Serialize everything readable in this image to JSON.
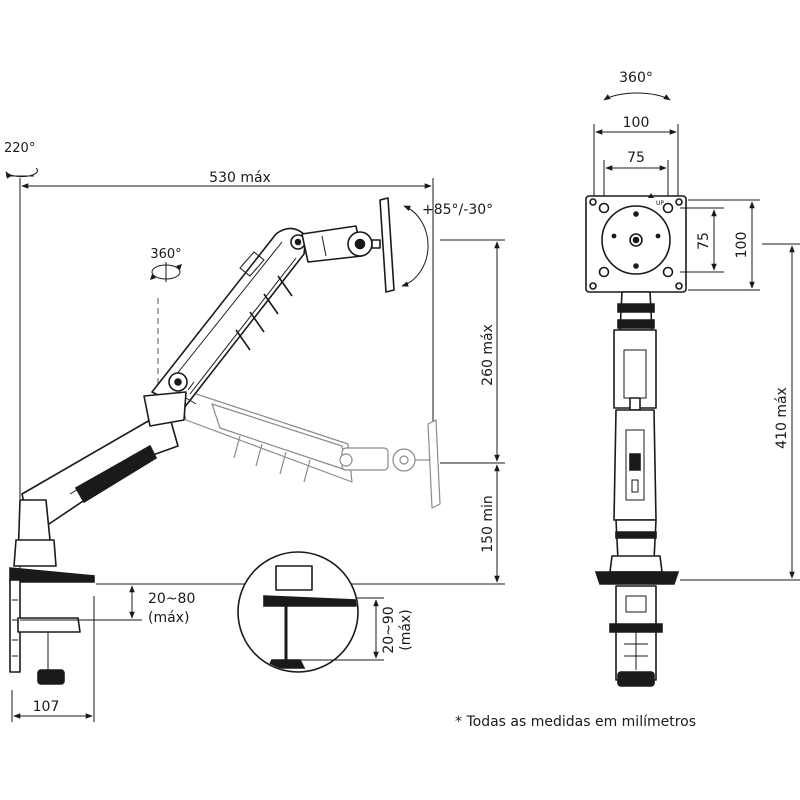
{
  "side_view": {
    "rotation_base": "220°",
    "reach": "530 máx",
    "tilt": "+85°/-30°",
    "swivel": "360°",
    "height_range": "260 máx",
    "min_height": "150 min",
    "clamp_thickness": "20~80",
    "clamp_thickness_note": "(máx)",
    "base_width": "107"
  },
  "detail_view": {
    "grommet_thickness": "20~90",
    "grommet_thickness_note": "(máx)"
  },
  "front_view": {
    "rotation": "360°",
    "vesa_outer_width": "100",
    "vesa_inner_width": "75",
    "vesa_inner_height": "75",
    "vesa_outer_height": "100",
    "total_height": "410 máx",
    "up_marker": "UP"
  },
  "footnote": "* Todas as medidas em milímetros"
}
